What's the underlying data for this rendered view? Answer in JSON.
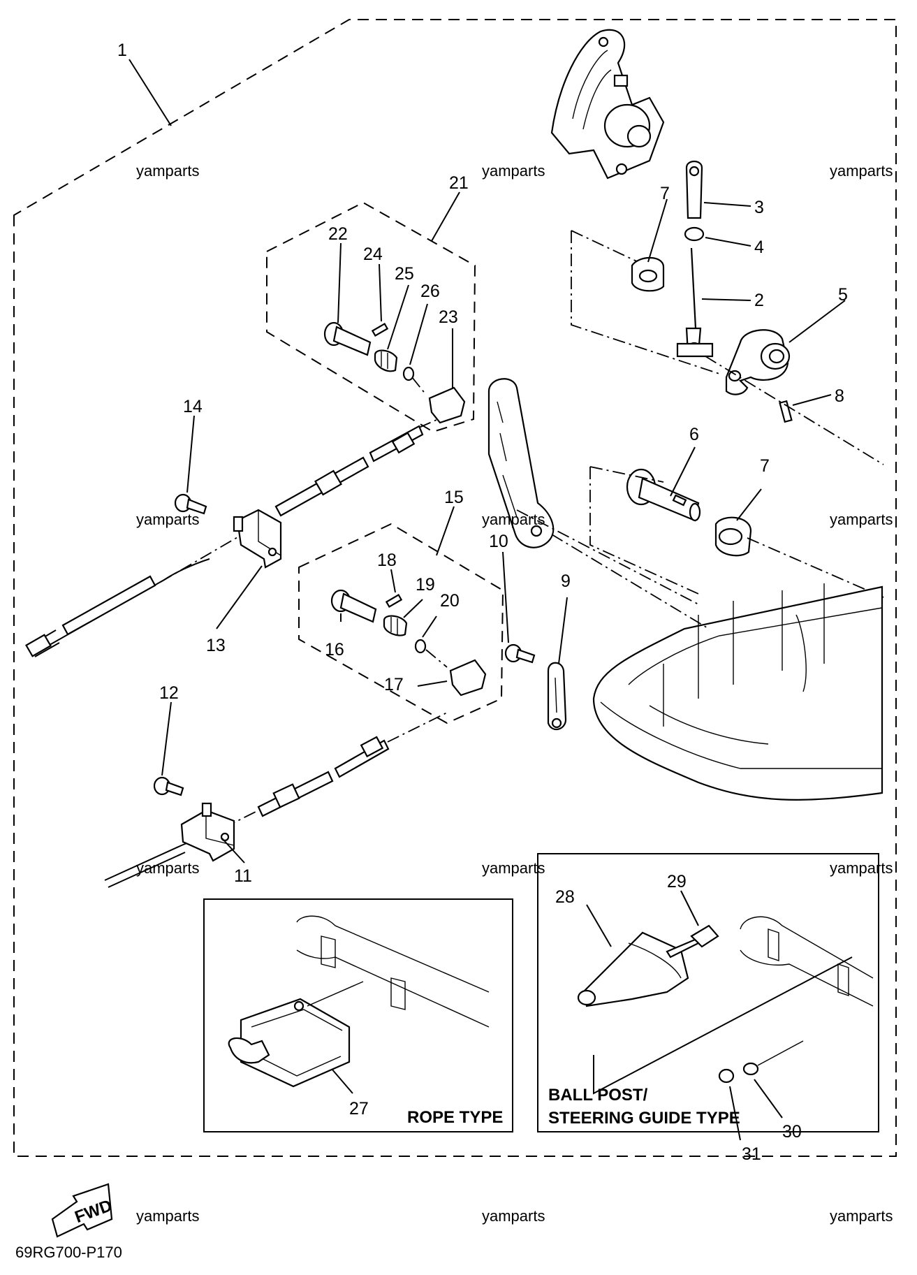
{
  "diagram": {
    "callouts": [
      "1",
      "2",
      "3",
      "4",
      "5",
      "6",
      "7",
      "7",
      "8",
      "9",
      "10",
      "11",
      "12",
      "13",
      "14",
      "15",
      "16",
      "17",
      "18",
      "19",
      "20",
      "21",
      "22",
      "23",
      "24",
      "25",
      "26",
      "27",
      "28",
      "29",
      "30",
      "31"
    ],
    "watermark": "yamparts",
    "inset_rope_label": "ROPE TYPE",
    "inset_ball_label_line1": "BALL POST/",
    "inset_ball_label_line2": "STEERING GUIDE TYPE",
    "fwd_label": "FWD",
    "diagram_code": "69RG700-P170"
  }
}
